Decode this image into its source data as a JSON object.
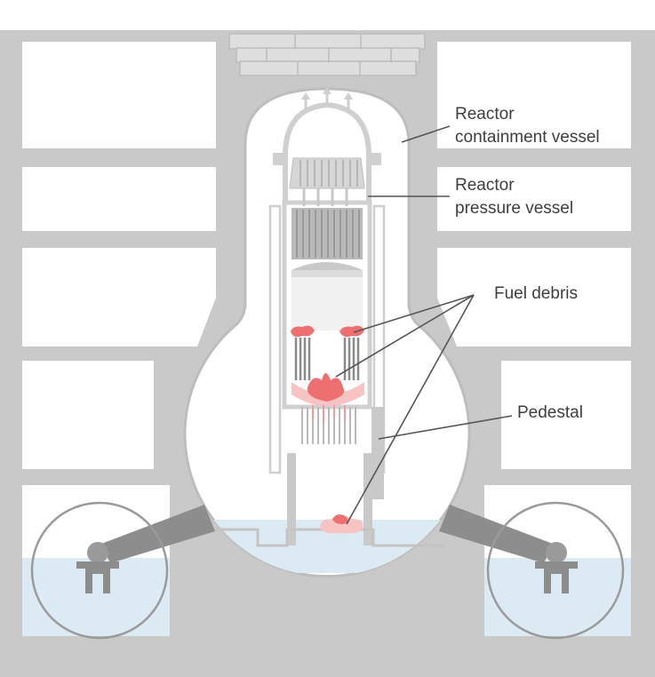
{
  "labels": {
    "containment_1": "Reactor",
    "containment_2": "containment vessel",
    "pressure_1": "Reactor",
    "pressure_2": "pressure vessel",
    "fuel_debris": "Fuel debris",
    "pedestal": "Pedestal"
  },
  "colors": {
    "building": "#c9c9c9",
    "room": "#ffffff",
    "water": "#dcebf3",
    "containment_outline": "#bdbdbd",
    "vessel_line": "#d2d2d2",
    "fuel_rod": "#8a8a8a",
    "debris": "#ee6f6f",
    "debris_light": "#f7c3c3",
    "leader_line": "#555555",
    "text": "#3e3e3e"
  }
}
